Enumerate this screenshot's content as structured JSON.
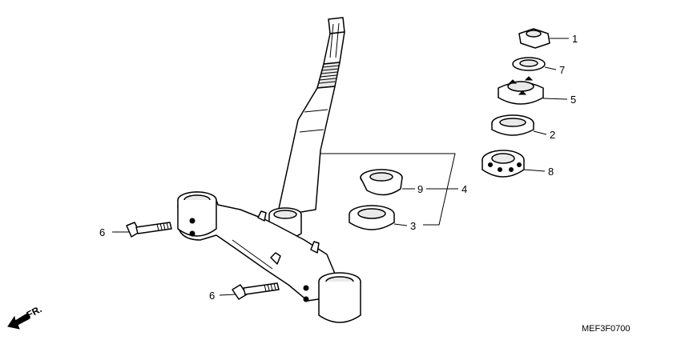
{
  "callouts": {
    "c1": "1",
    "c7": "7",
    "c5": "5",
    "c2": "2",
    "c8": "8",
    "c9": "9",
    "c4": "4",
    "c3": "3",
    "c6a": "6",
    "c6b": "6"
  },
  "direction_label": "FR.",
  "diagram_code": "MEF3F0700",
  "colors": {
    "ink": "#000000",
    "paper": "#ffffff",
    "shade": "#e9e9e9"
  }
}
